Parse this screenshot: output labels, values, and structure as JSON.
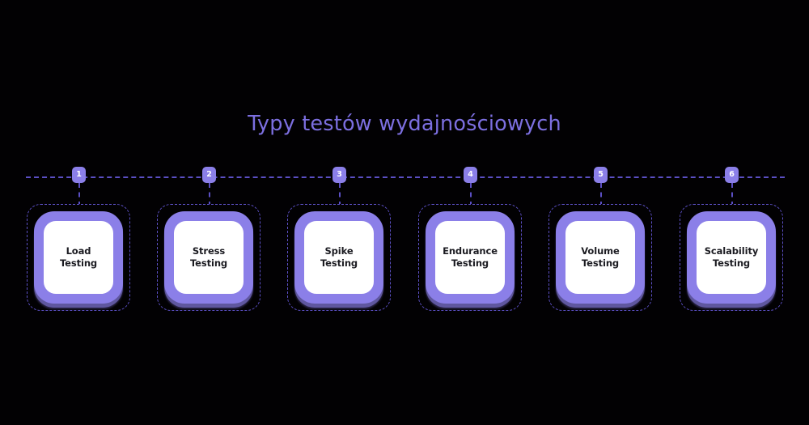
{
  "page": {
    "background_color": "#020103",
    "accent_color": "#8b7fe8",
    "accent_dark": "#5b4fc4",
    "title_color": "#7c6fe0",
    "card_text_color": "#1b1b21"
  },
  "header": {
    "title": "Typy testów wydajnościowych"
  },
  "timeline": {
    "orientation": "horizontal",
    "axis_style": "dashed",
    "steps": [
      {
        "number": "1",
        "label": "Load\nTesting",
        "label_line1": "Load",
        "label_line2": "Testing"
      },
      {
        "number": "2",
        "label": "Stress\nTesting",
        "label_line1": "Stress",
        "label_line2": "Testing"
      },
      {
        "number": "3",
        "label": "Spike\nTesting",
        "label_line1": "Spike",
        "label_line2": "Testing"
      },
      {
        "number": "4",
        "label": "Endurance\nTesting",
        "label_line1": "Endurance",
        "label_line2": "Testing"
      },
      {
        "number": "5",
        "label": "Volume\nTesting",
        "label_line1": "Volume",
        "label_line2": "Testing"
      },
      {
        "number": "6",
        "label": "Scalability\nTesting",
        "label_line1": "Scalability",
        "label_line2": "Testing"
      }
    ]
  }
}
